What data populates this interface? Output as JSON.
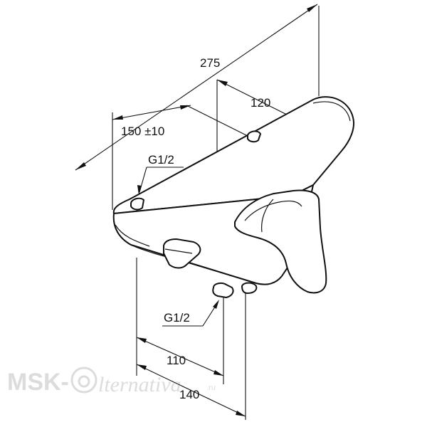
{
  "dimensions": {
    "overall_depth": "275",
    "outlet_offset": "120",
    "inlet_spacing": "150 ±10",
    "inlet_thread_top": "G1/2",
    "inlet_thread_bottom": "G1/2",
    "spout_projection_inner": "110",
    "spout_projection_outer": "140"
  },
  "watermark": {
    "brand_prefix": "MSK-",
    "brand_script": "lternativa",
    "brand_suffix": ".ru"
  }
}
